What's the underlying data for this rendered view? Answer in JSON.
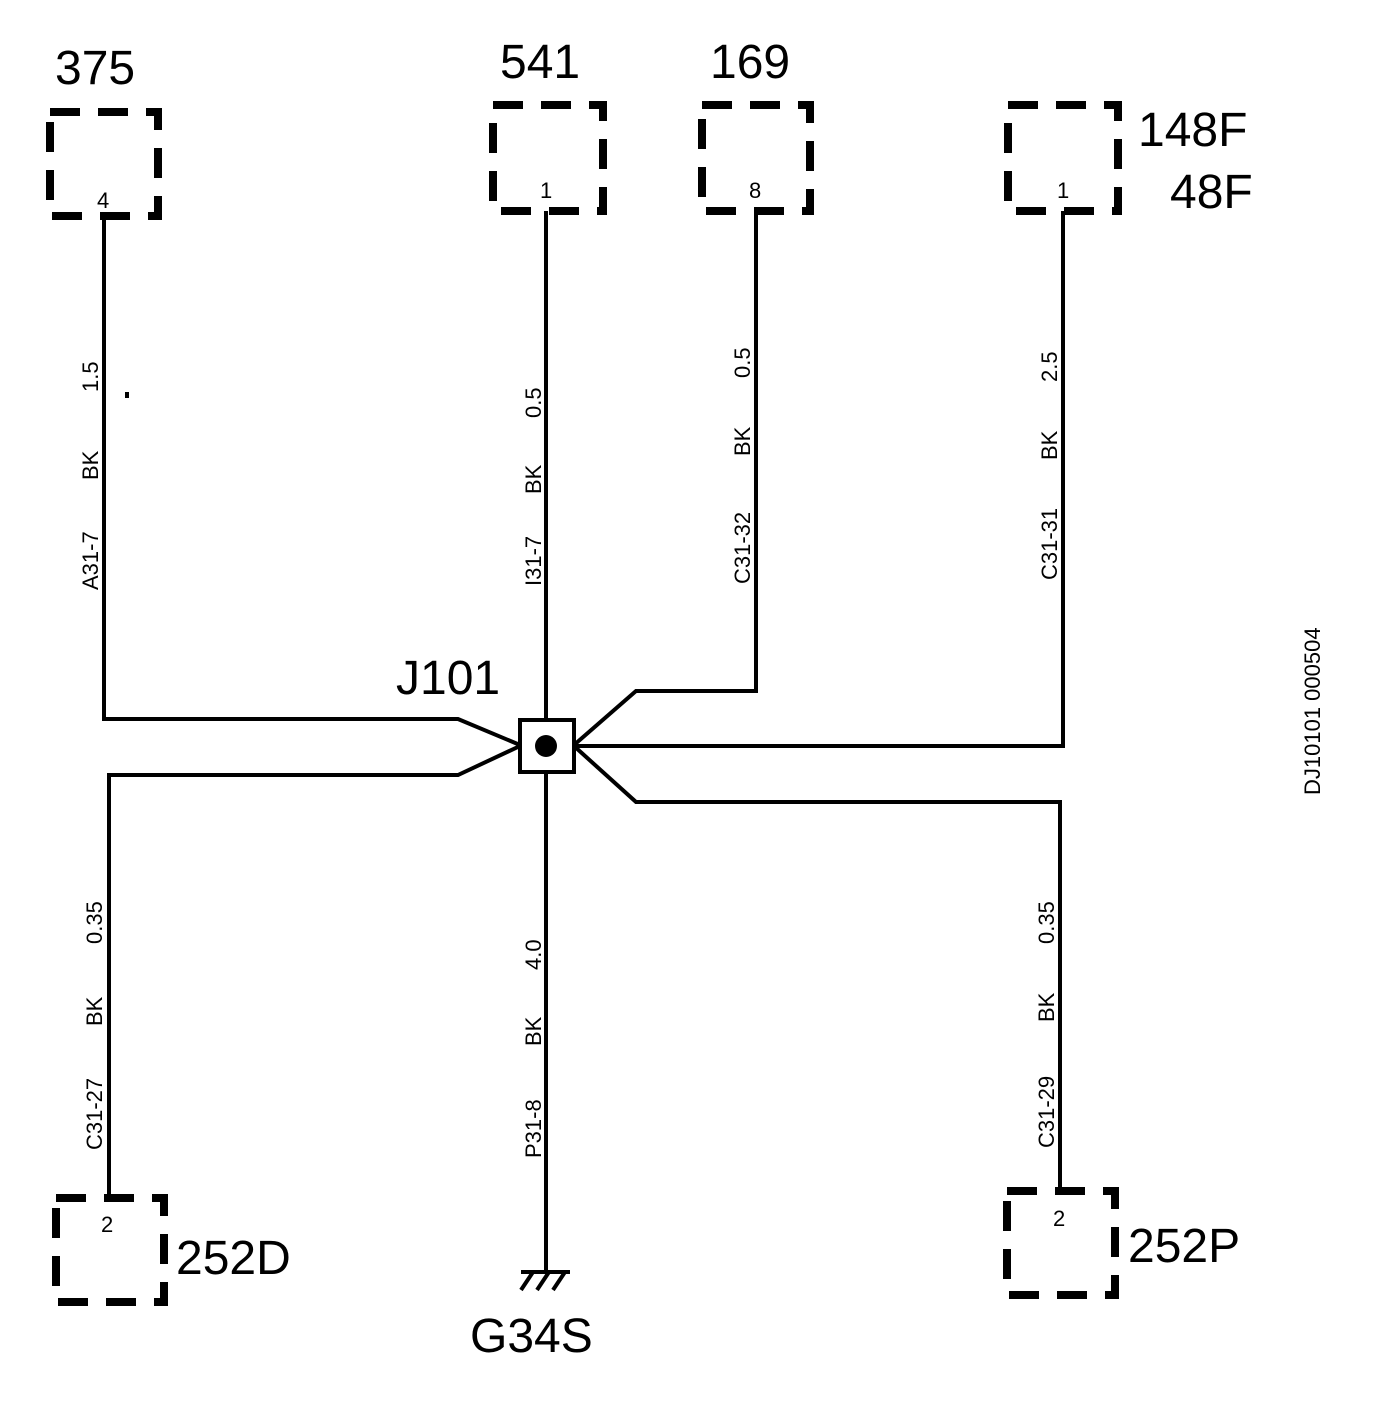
{
  "connectors": {
    "c375": {
      "name": "375",
      "pin": "4"
    },
    "c541": {
      "name": "541",
      "pin": "1"
    },
    "c169": {
      "name": "169",
      "pin": "8"
    },
    "c148": {
      "name": "148F",
      "name2": "48F",
      "pin": "1"
    },
    "c252d": {
      "name": "252D",
      "pin": "2"
    },
    "c252p": {
      "name": "252P",
      "pin": "2"
    }
  },
  "splice": {
    "name": "J101"
  },
  "ground": {
    "name": "G34S"
  },
  "wires": {
    "w375": {
      "circuit": "A31-7",
      "color": "BK",
      "gauge": "1.5"
    },
    "w541": {
      "circuit": "I31-7",
      "color": "BK",
      "gauge": "0.5"
    },
    "w169": {
      "circuit": "C31-32",
      "color": "BK",
      "gauge": "0.5"
    },
    "w148": {
      "circuit": "C31-31",
      "color": "BK",
      "gauge": "2.5"
    },
    "w252d": {
      "circuit": "C31-27",
      "color": "BK",
      "gauge": "0.35"
    },
    "wgnd": {
      "circuit": "P31-8",
      "color": "BK",
      "gauge": "4.0"
    },
    "w252p": {
      "circuit": "C31-29",
      "color": "BK",
      "gauge": "0.35"
    }
  },
  "drawing_id": "DJ10101 000504"
}
